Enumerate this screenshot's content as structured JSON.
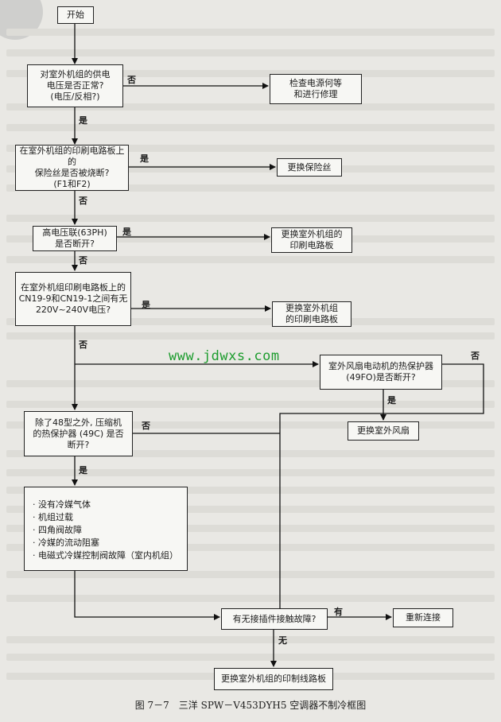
{
  "nodes": {
    "start": "开始",
    "q_power": "对室外机组的供电\n电压是否正常?\n(电压/反相?)",
    "a_check_power": "检查电源何等\n和进行修理",
    "q_fuse": "在室外机组的印刷电路板上的\n保险丝是否被烧断?\n(F1和F2)",
    "a_fuse": "更换保险丝",
    "q_hp": "高电压联(63PH)\n是否断开?",
    "a_pcb1": "更换室外机组的\n印刷电路板",
    "q_cn19": "在室外机组印刷电路板上的\nCN19-9和CN19-1之间有无\n220V~240V电压?",
    "a_pcb2": "更换室外机组\n的印刷电路板",
    "q_fan": "室外风扇电动机的热保护器\n(49FO)是否断开?",
    "a_fan": "更换室外风扇",
    "q_comp": "除了48型之外, 压缩机\n的热保护器 (49C) 是否\n断开?",
    "causes": [
      "没有冷媒气体",
      "机组过载",
      "四角阀故障",
      "冷媒的流动阻塞",
      "电磁式冷媒控制阀故障（室内机组）"
    ],
    "q_connector": "有无接插件接触故障?",
    "a_reconnect": "重新连接",
    "a_pcb_final": "更换室外机组的印制线路板"
  },
  "labels": {
    "yes": "是",
    "no": "否",
    "have": "有",
    "none": "无"
  },
  "watermark": "www.jdwxs.com",
  "caption": "图 7－7　三洋 SPW－V453DYH5 空调器不制冷框图"
}
